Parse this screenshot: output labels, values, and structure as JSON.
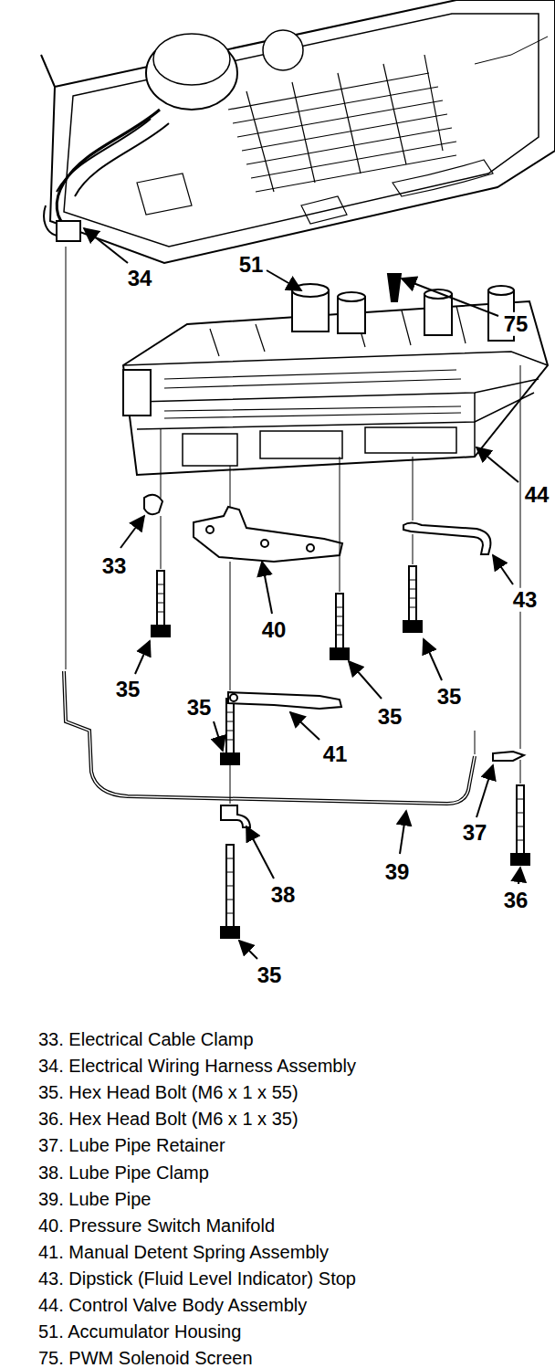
{
  "diagram": {
    "labels": [
      "34",
      "51",
      "75",
      "44",
      "33",
      "43",
      "40",
      "35",
      "35",
      "35",
      "35",
      "41",
      "37",
      "39",
      "38",
      "36",
      "35",
      "33. Electrical Cable Clamp",
      "34. Electrical Wiring Harness Assembly",
      "35. Hex Head Bolt (M6 x 1 x 55)",
      "36. Hex Head Bolt (M6 x 1 x 35)",
      "37. Lube Pipe Retainer",
      "38. Lube Pipe Clamp",
      "39. Lube Pipe",
      "40. Pressure Switch Manifold",
      "41. Manual Detent Spring Assembly",
      "43. Dipstick (Fluid Level Indicator) Stop",
      "44. Control Valve Body Assembly",
      "51. Accumulator Housing",
      "75. PWM Solenoid Screen"
    ]
  }
}
